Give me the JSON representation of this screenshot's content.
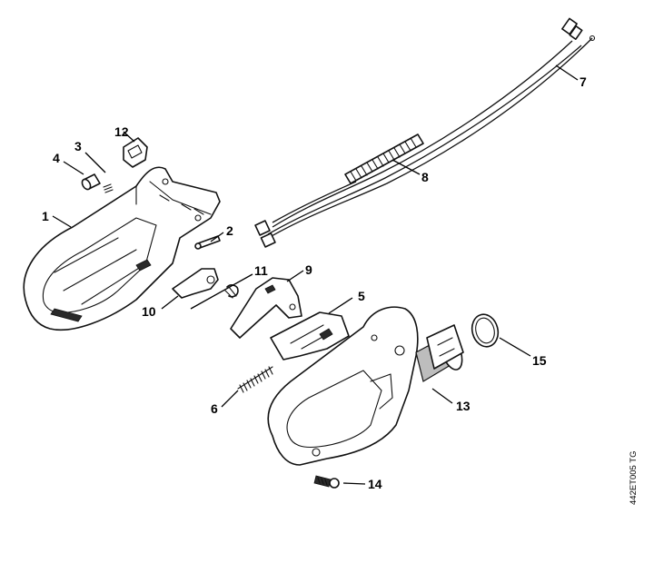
{
  "diagram": {
    "drawing_code": "442ET005 TG",
    "labels": {
      "p1": "1",
      "p2": "2",
      "p3": "3",
      "p4": "4",
      "p5": "5",
      "p6": "6",
      "p7": "7",
      "p8": "8",
      "p9": "9",
      "p10": "10",
      "p11": "11",
      "p12": "12",
      "p13": "13",
      "p14": "14",
      "p15": "15"
    }
  }
}
